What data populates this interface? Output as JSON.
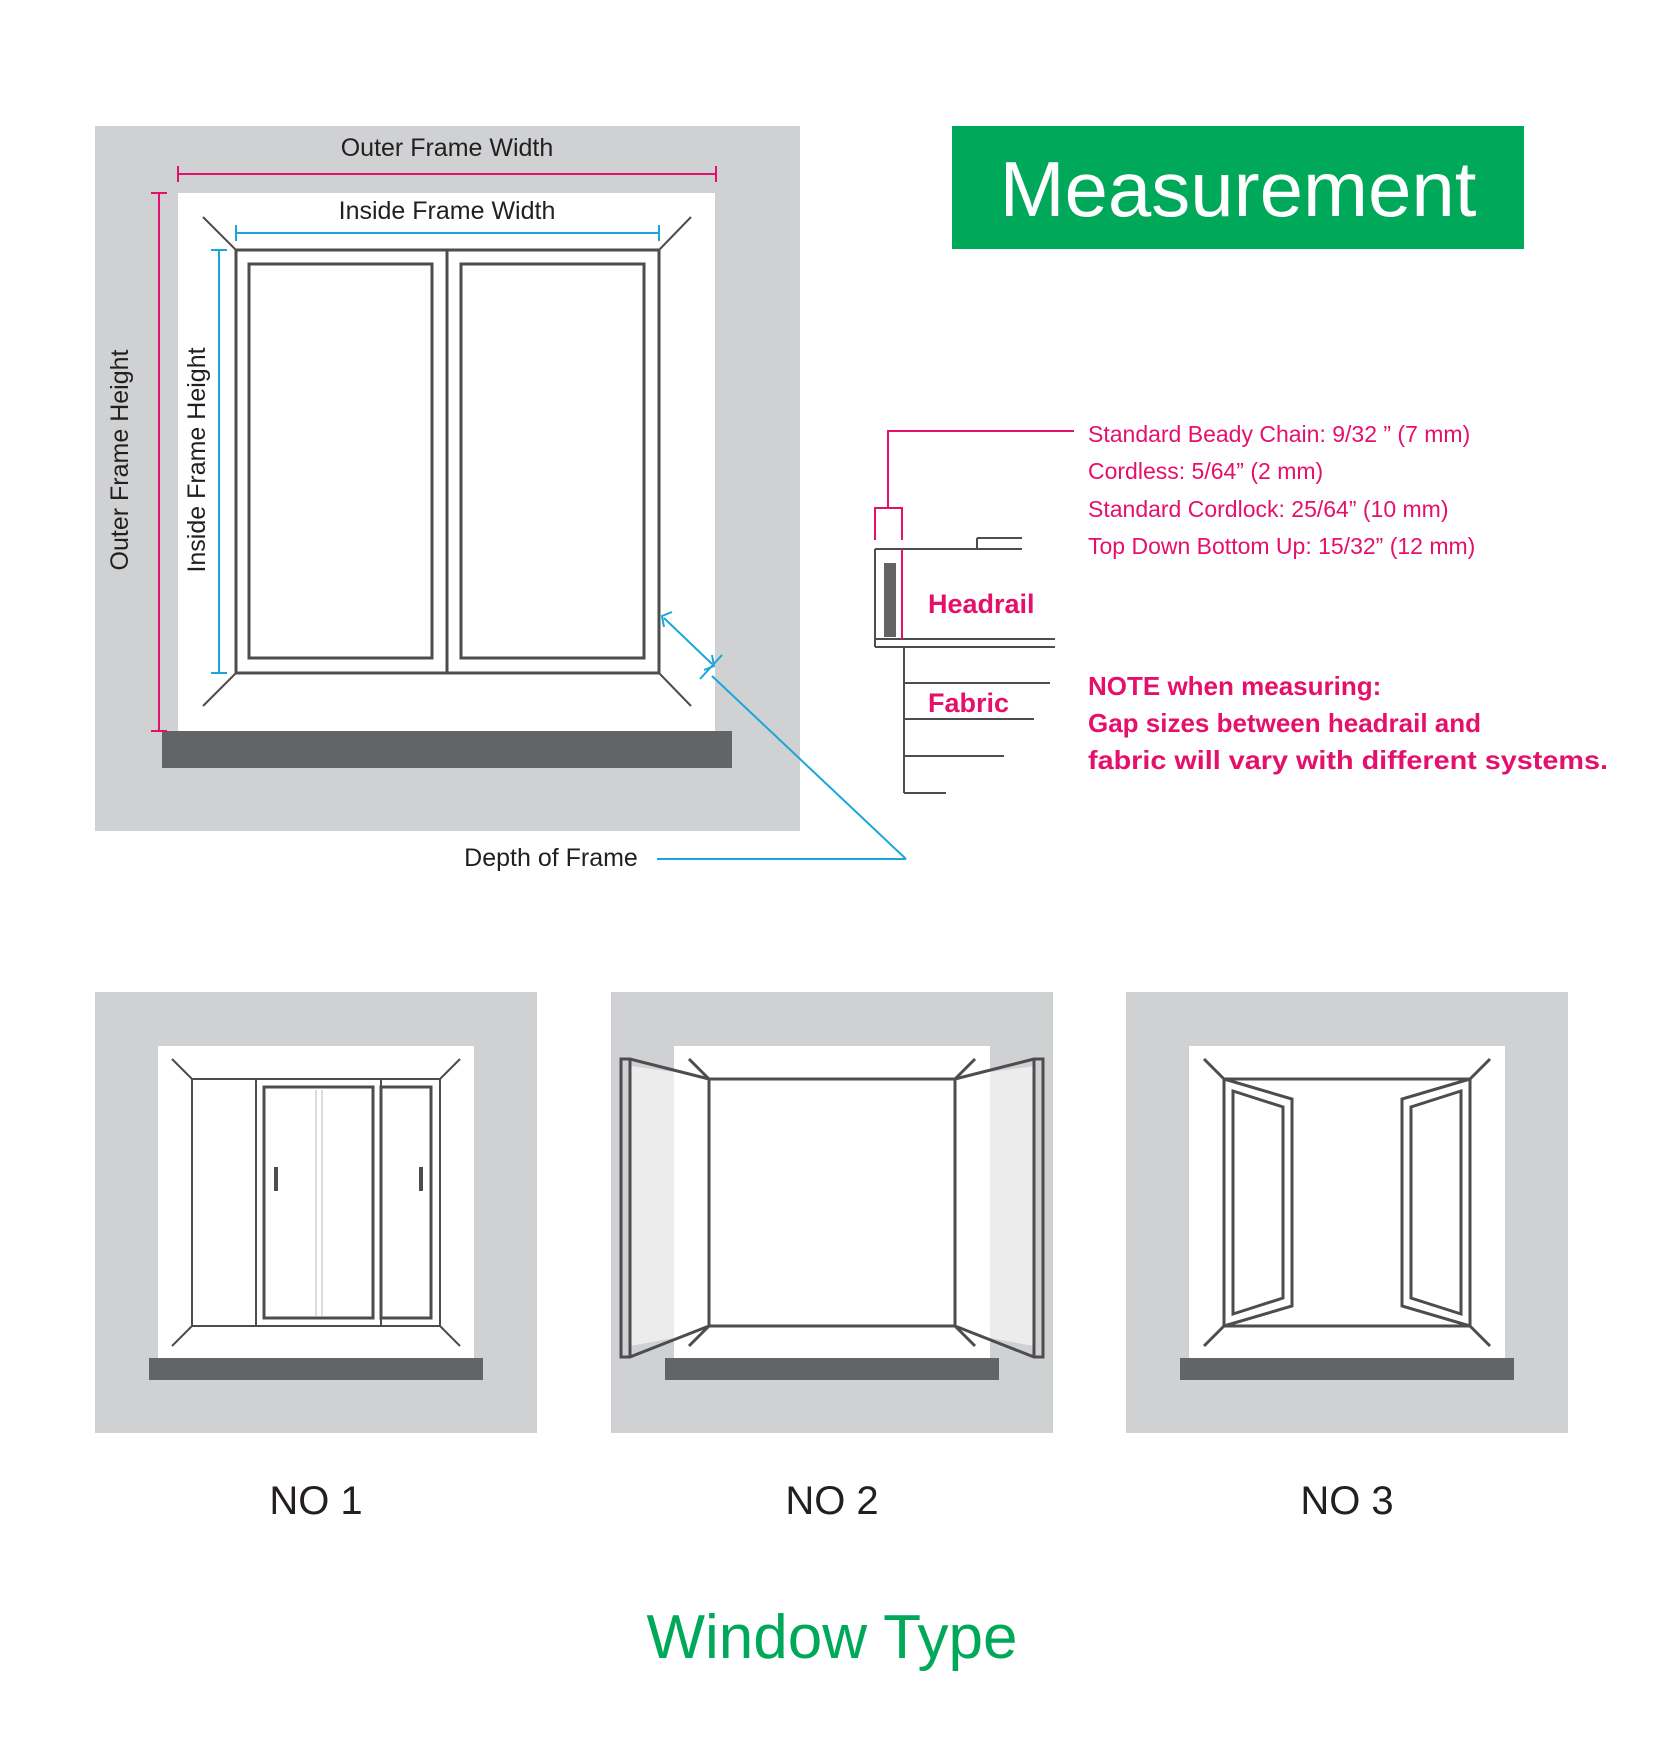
{
  "header": {
    "title": "Measurement"
  },
  "main_diagram": {
    "outer_frame_width": "Outer Frame Width",
    "inside_frame_width": "Inside Frame Width",
    "outer_frame_height": "Outer Frame Height",
    "inside_frame_height": "Inside Frame Height",
    "depth_of_frame": "Depth of Frame"
  },
  "headrail_detail": {
    "gap_sizes": [
      "Standard Beady Chain: 9/32 ” (7 mm)",
      "Cordless: 5/64” (2 mm)",
      "Standard Cordlock: 25/64” (10 mm)",
      "Top Down Bottom Up: 15/32” (12 mm)"
    ],
    "headrail_label": "Headrail",
    "fabric_label": "Fabric",
    "note_title": "NOTE when measuring:",
    "note_lines": [
      "Gap sizes between headrail and",
      "fabric will vary with different systems."
    ]
  },
  "window_types": {
    "title": "Window Type",
    "items": [
      {
        "label": "NO 1",
        "kind": "sliding"
      },
      {
        "label": "NO 2",
        "kind": "outward-opening"
      },
      {
        "label": "NO 3",
        "kind": "inward-opening"
      }
    ]
  },
  "colors": {
    "frame_gray": "#d0d1d3",
    "sill_dark": "#636466",
    "line_dark": "#4d4d4f",
    "pink": "#e5106c",
    "cyan": "#19a7d9",
    "green": "#00a859",
    "panel_light": "#ececec"
  }
}
